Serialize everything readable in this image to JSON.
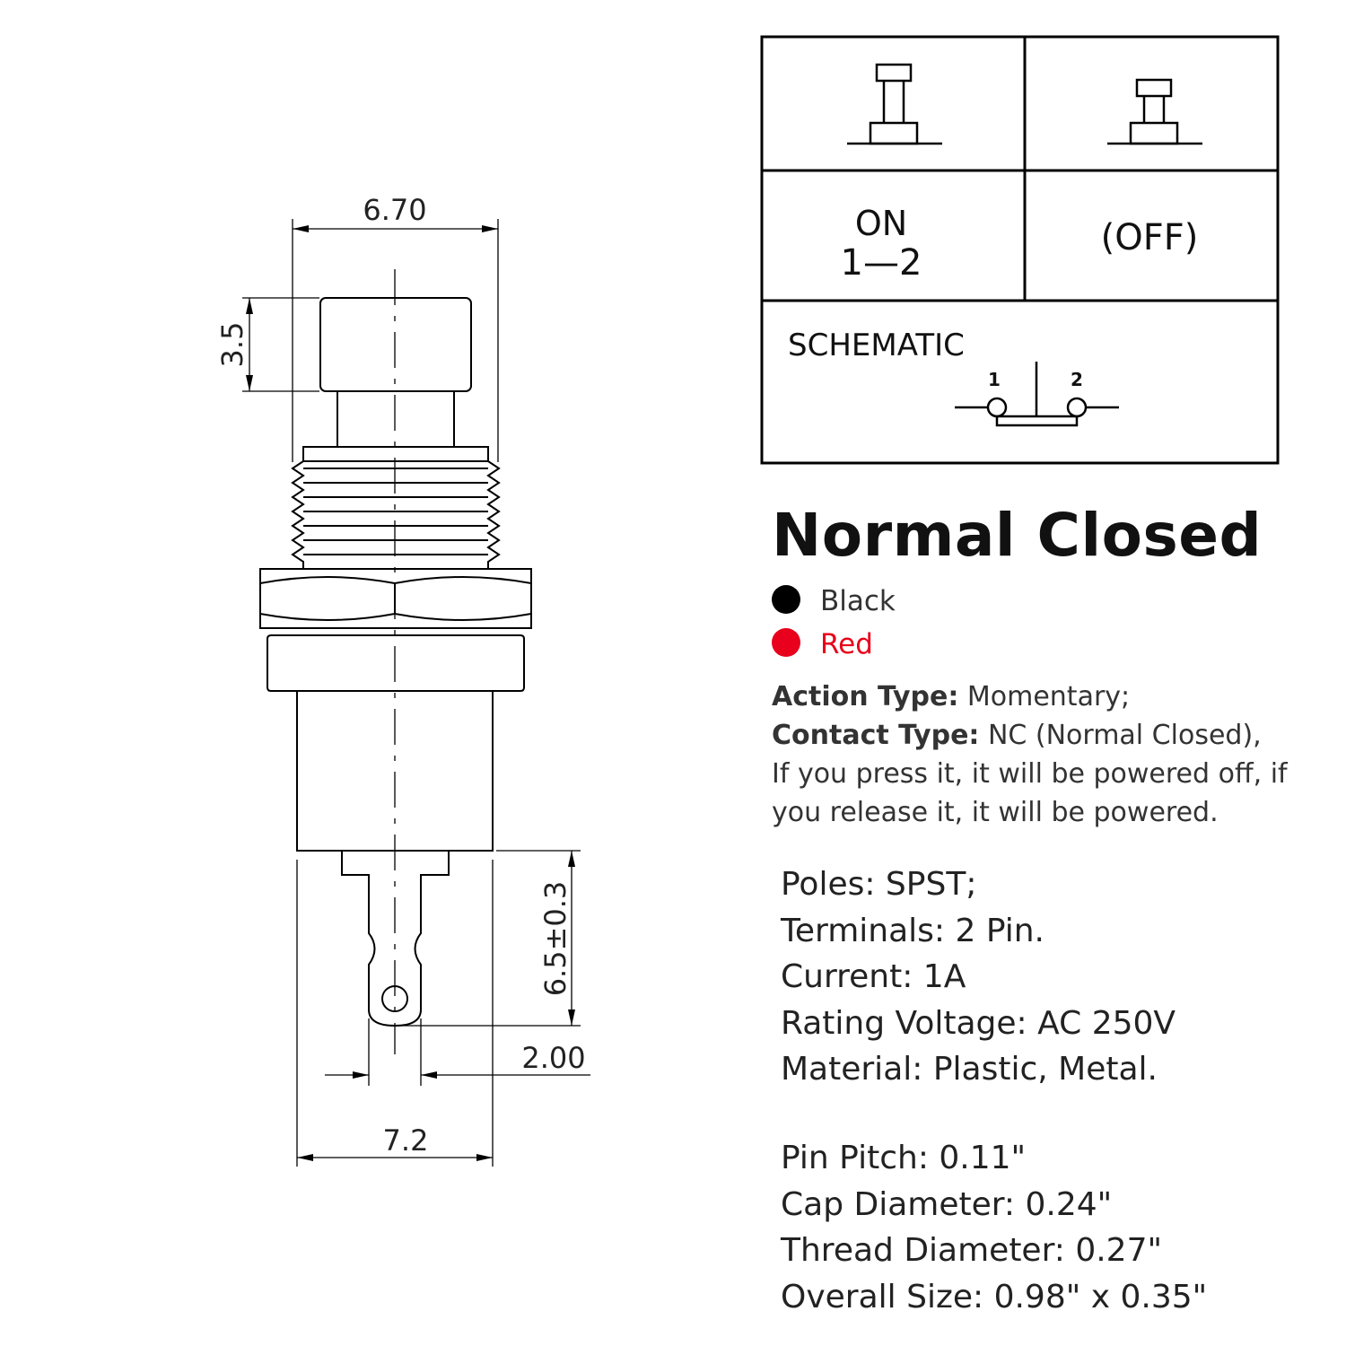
{
  "drawing": {
    "dim_cap_width": "6.70",
    "dim_cap_height": "3.5",
    "dim_pin_length": "6.5±0.3",
    "dim_pin_pitch": "2.00",
    "dim_body_width": "7.2"
  },
  "state_table": {
    "state1_label": "ON",
    "state1_contacts": "1—2",
    "state2_label": "(OFF)",
    "schematic_label": "SCHEMATIC",
    "pin1": "1",
    "pin2": "2"
  },
  "product": {
    "title": "Normal Closed",
    "colors": [
      {
        "name": "Black",
        "hex": "#000000",
        "text_color": "#333333"
      },
      {
        "name": "Red",
        "hex": "#e8001c",
        "text_color": "#e8001c"
      }
    ],
    "action_type_label": "Action Type:",
    "action_type_value": "Momentary;",
    "contact_type_label": "Contact Type:",
    "contact_type_value": "NC (Normal Closed),",
    "contact_note": "If you press it, it will be powered off, if you release it, it will be powered.",
    "specs_group1": [
      "Poles: SPST;",
      "Terminals: 2 Pin.",
      "Current: 1A",
      "Rating Voltage: AC 250V",
      "Material: Plastic, Metal."
    ],
    "specs_group2": [
      "Pin Pitch: 0.11\"",
      "Cap Diameter: 0.24\"",
      "Thread Diameter: 0.27\"",
      "Overall Size:  0.98\" x 0.35\""
    ]
  }
}
